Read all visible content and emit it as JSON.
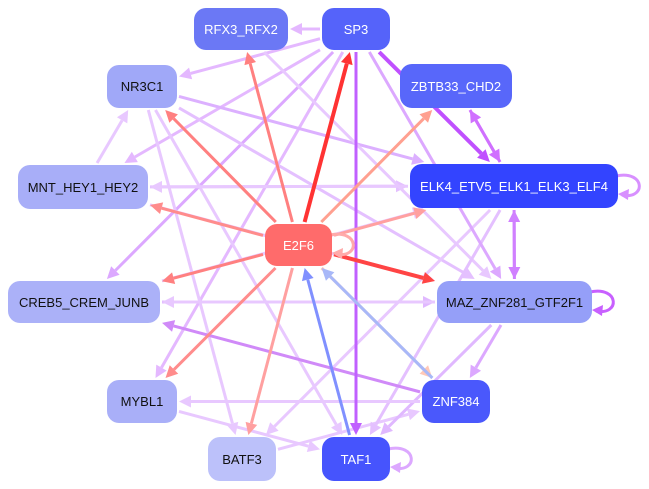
{
  "nodes": [
    {
      "id": "RFX3_RFX2",
      "label": "RFX3_RFX2",
      "color": "#6b78f5",
      "text": "#ffffff"
    },
    {
      "id": "SP3",
      "label": "SP3",
      "color": "#5563fa",
      "text": "#ffffff"
    },
    {
      "id": "ZBTB33_CHD2",
      "label": "ZBTB33_CHD2",
      "color": "#5867fa",
      "text": "#ffffff"
    },
    {
      "id": "NR3C1",
      "label": "NR3C1",
      "color": "#a0a8f8",
      "text": "#111111"
    },
    {
      "id": "MNT_HEY1_HEY2",
      "label": "MNT_HEY1_HEY2",
      "color": "#a8aef8",
      "text": "#111111"
    },
    {
      "id": "ELK4_ETV5_ELK1_ELK3_ELF4",
      "label": "ELK4_ETV5_ELK1_ELK3_ELF4",
      "color": "#3344ff",
      "text": "#ffffff"
    },
    {
      "id": "E2F6",
      "label": "E2F6",
      "color": "#ff6b6b",
      "text": "#ffffff"
    },
    {
      "id": "CREB5_CREM_JUNB",
      "label": "CREB5_CREM_JUNB",
      "color": "#abb1f8",
      "text": "#111111"
    },
    {
      "id": "MAZ_ZNF281_GTF2F1",
      "label": "MAZ_ZNF281_GTF2F1",
      "color": "#959ff8",
      "text": "#111111"
    },
    {
      "id": "MYBL1",
      "label": "MYBL1",
      "color": "#a9aff8",
      "text": "#111111"
    },
    {
      "id": "ZNF384",
      "label": "ZNF384",
      "color": "#4a58fc",
      "text": "#ffffff"
    },
    {
      "id": "BATF3",
      "label": "BATF3",
      "color": "#bcc1fa",
      "text": "#111111"
    },
    {
      "id": "TAF1",
      "label": "TAF1",
      "color": "#4654fd",
      "text": "#ffffff"
    }
  ],
  "edges": [
    {
      "s": "SP3",
      "t": "NR3C1",
      "c": "#e4b8ff"
    },
    {
      "s": "SP3",
      "t": "MNT_HEY1_HEY2",
      "c": "#e4b8ff"
    },
    {
      "s": "SP3",
      "t": "CREB5_CREM_JUNB",
      "c": "#dca8ff"
    },
    {
      "s": "SP3",
      "t": "MYBL1",
      "c": "#e4b8ff"
    },
    {
      "s": "SP3",
      "t": "RFX3_RFX2",
      "c": "#e4b8ff"
    },
    {
      "s": "NR3C1",
      "t": "ELK4_ETV5_ELK1_ELK3_ELF4",
      "c": "#dcb0ff"
    },
    {
      "s": "NR3C1",
      "t": "MAZ_ZNF281_GTF2F1",
      "c": "#e4c0ff"
    },
    {
      "s": "NR3C1",
      "t": "TAF1",
      "c": "#e8c8ff"
    },
    {
      "s": "MNT_HEY1_HEY2",
      "t": "ELK4_ETV5_ELK1_ELK3_ELF4",
      "c": "#e4c0ff"
    },
    {
      "s": "MNT_HEY1_HEY2",
      "t": "MAZ_ZNF281_GTF2F1",
      "c": "#e8c8ff"
    },
    {
      "s": "MNT_HEY1_HEY2",
      "t": "NR3C1",
      "c": "#e8c8ff"
    },
    {
      "s": "CREB5_CREM_JUNB",
      "t": "MAZ_ZNF281_GTF2F1",
      "c": "#e0b8ff"
    },
    {
      "s": "CREB5_CREM_JUNB",
      "t": "ELK4_ETV5_ELK1_ELK3_ELF4",
      "c": "#e8c8ff"
    },
    {
      "s": "MAZ_ZNF281_GTF2F1",
      "t": "CREB5_CREM_JUNB",
      "c": "#e8c8ff"
    },
    {
      "s": "ELK4_ETV5_ELK1_ELK3_ELF4",
      "t": "MNT_HEY1_HEY2",
      "c": "#e8c8ff"
    },
    {
      "s": "MYBL1",
      "t": "TAF1",
      "c": "#e8c8ff"
    },
    {
      "s": "BATF3",
      "t": "ZNF384",
      "c": "#e8c8ff"
    },
    {
      "s": "RFX3_RFX2",
      "t": "MAZ_ZNF281_GTF2F1",
      "c": "#e8c8ff"
    },
    {
      "s": "ELK4_ETV5_ELK1_ELK3_ELF4",
      "t": "TAF1",
      "c": "#e4c0ff"
    },
    {
      "s": "MAZ_ZNF281_GTF2F1",
      "t": "TAF1",
      "c": "#e0b8ff"
    },
    {
      "s": "ELK4_ETV5_ELK1_ELK3_ELF4",
      "t": "BATF3",
      "c": "#e8c8ff"
    },
    {
      "s": "ZNF384",
      "t": "MYBL1",
      "c": "#e8c8ff"
    },
    {
      "s": "NR3C1",
      "t": "BATF3",
      "c": "#e8c8ff"
    },
    {
      "s": "MAZ_ZNF281_GTF2F1",
      "t": "ZNF384",
      "c": "#dca8ff"
    },
    {
      "s": "ZNF384",
      "t": "CREB5_CREM_JUNB",
      "c": "#d08af8"
    },
    {
      "s": "SP3",
      "t": "TAF1",
      "c": "#c060ff"
    },
    {
      "s": "SP3",
      "t": "ELK4_ETV5_ELK1_ELK3_ELF4",
      "c": "#c050ff"
    },
    {
      "s": "ZBTB33_CHD2",
      "t": "ELK4_ETV5_ELK1_ELK3_ELF4",
      "c": "#d070ff"
    },
    {
      "s": "ELK4_ETV5_ELK1_ELK3_ELF4",
      "t": "ZBTB33_CHD2",
      "c": "#d070ff"
    },
    {
      "s": "ELK4_ETV5_ELK1_ELK3_ELF4",
      "t": "MAZ_ZNF281_GTF2F1",
      "c": "#d080ff"
    },
    {
      "s": "MAZ_ZNF281_GTF2F1",
      "t": "ELK4_ETV5_ELK1_ELK3_ELF4",
      "c": "#d080ff"
    },
    {
      "s": "SP3",
      "t": "MAZ_ZNF281_GTF2F1",
      "c": "#dca8ff"
    },
    {
      "s": "E2F6",
      "t": "SP3",
      "c": "#ff3333"
    },
    {
      "s": "E2F6",
      "t": "RFX3_RFX2",
      "c": "#ff8080"
    },
    {
      "s": "E2F6",
      "t": "NR3C1",
      "c": "#ff8080"
    },
    {
      "s": "E2F6",
      "t": "MNT_HEY1_HEY2",
      "c": "#ff8c8c"
    },
    {
      "s": "E2F6",
      "t": "CREB5_CREM_JUNB",
      "c": "#ff8080"
    },
    {
      "s": "E2F6",
      "t": "MYBL1",
      "c": "#ff8c8c"
    },
    {
      "s": "E2F6",
      "t": "BATF3",
      "c": "#ffa0a0"
    },
    {
      "s": "E2F6",
      "t": "MAZ_ZNF281_GTF2F1",
      "c": "#ff4444"
    },
    {
      "s": "E2F6",
      "t": "ZBTB33_CHD2",
      "c": "#ffa090"
    },
    {
      "s": "E2F6",
      "t": "ELK4_ETV5_ELK1_ELK3_ELF4",
      "c": "#ffa0a0"
    },
    {
      "s": "E2F6",
      "t": "ZNF384",
      "c": "#ffc8b8"
    },
    {
      "s": "TAF1",
      "t": "E2F6",
      "c": "#8090ff"
    },
    {
      "s": "ZNF384",
      "t": "E2F6",
      "c": "#a8b8f8"
    },
    {
      "s": "E2F6",
      "t": "E2F6",
      "c": "#ffaaaa"
    },
    {
      "s": "ELK4_ETV5_ELK1_ELK3_ELF4",
      "t": "ELK4_ETV5_ELK1_ELK3_ELF4",
      "c": "#d890ff"
    },
    {
      "s": "MAZ_ZNF281_GTF2F1",
      "t": "MAZ_ZNF281_GTF2F1",
      "c": "#c860ff"
    },
    {
      "s": "TAF1",
      "t": "TAF1",
      "c": "#dca8ff"
    }
  ]
}
